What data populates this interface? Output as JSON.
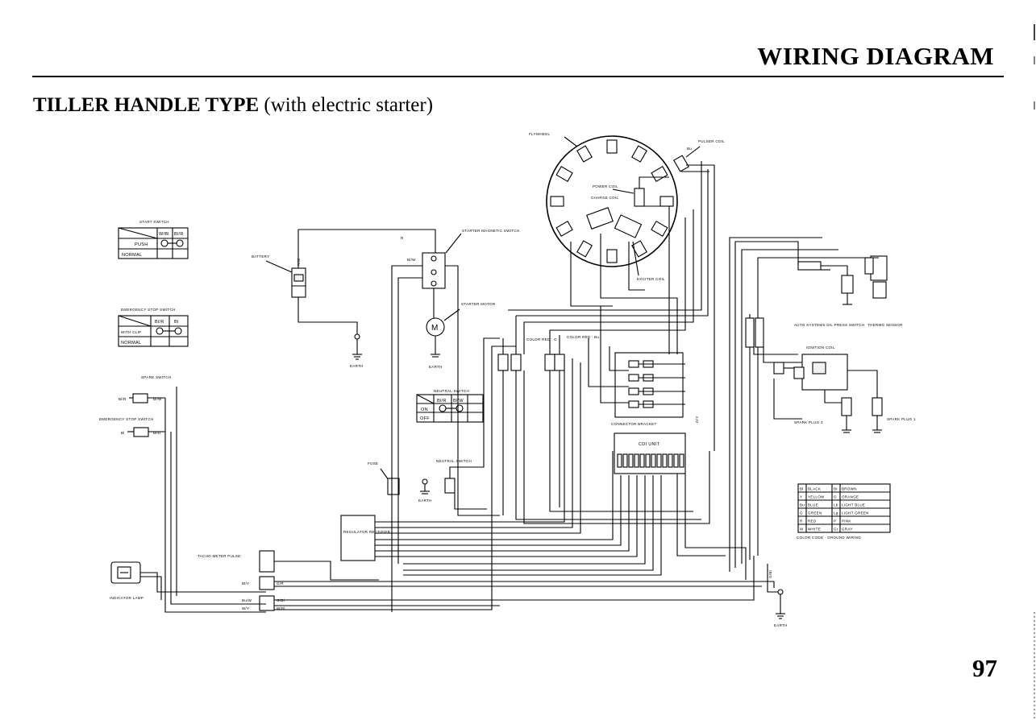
{
  "header": {
    "section_title": "WIRING DIAGRAM",
    "subtitle_main": "TILLER HANDLE TYPE",
    "subtitle_note": "(with electric starter)",
    "page_number": "97"
  },
  "labels": {
    "flywheel": "FLYWHEEL",
    "pulser_coil": "PULSER COIL",
    "power_coil": "POWER COIL",
    "charge_coil": "CHARGE COIL",
    "exciter_coil": "EXCITER COIL",
    "starter_magnetic_switch": "STARTER MAGNETIC SWITCH",
    "starter_motor": "STARTER MOTOR",
    "battery": "BATTERY",
    "earth": "EARTH",
    "start_switch": "START SWITCH",
    "emergency_stop_switch": "EMERGENCY STOP SWITCH",
    "emergency_stop_switch_2": "EMERGENCY STOP SWITCH",
    "spare_switch": "SPARE SWITCH",
    "neutral_switch": "NEUTRAL SWITCH",
    "neutral_switch_2": "NEUTRAL SWITCH",
    "fuse": "FUSE",
    "regulator_rectifier": "REGULATOR RECTIFIER",
    "tacho_meter_pulse": "TACHO METER PULSE",
    "indicator_lamp": "INDICATOR LAMP",
    "color_red_g": "COLOR RED : G",
    "color_red_bu": "COLOR RED : Bu",
    "connector_bracket": "CONNECTOR BRACKET",
    "cdi_unit": "CDI UNIT",
    "ignition_coil": "IGNITION COIL",
    "auto_systems": "AUTO SYSTEMS",
    "oil_press_switch": "OIL PRESS SWITCH",
    "thermo_sensor": "THERMO SENSOR",
    "spark_plug_2": "SPARK PLUG 2",
    "spark_plug_1": "SPARK PLUG 1",
    "earth_main": "EARTH"
  },
  "start_switch_table": {
    "headers": [
      "",
      "W/Bl",
      "Bl/R"
    ],
    "rows": [
      [
        "PUSH"
      ],
      [
        "NORMAL"
      ]
    ]
  },
  "emergency_switch_table": {
    "headers": [
      "",
      "Bl/R",
      "Bl"
    ],
    "rows": [
      [
        "WITH CLIP"
      ],
      [
        "NORMAL"
      ]
    ]
  },
  "neutral_switch_table": {
    "headers": [
      "",
      "Bl/R",
      "Bl/W"
    ],
    "rows": [
      [
        "ON"
      ],
      [
        "OFF"
      ]
    ]
  },
  "wire_labels": {
    "bl_w": "Bl/W",
    "r_bl": "R/Bl",
    "bl_r": "Bl/R",
    "bl": "Bl",
    "w_bl": "W/Bl",
    "bu": "Bu",
    "r": "R",
    "g_y": "G/Y",
    "bl_y": "Bl/Y",
    "g_r": "G/R",
    "g_bl": "G/Bl",
    "bu_w": "Bu/W",
    "g_bl2": "G/Bl",
    "w_y": "W/Y"
  },
  "color_legend": {
    "rows": [
      [
        "Bl",
        "BLACK",
        "Br",
        "BROWN"
      ],
      [
        "Y",
        "YELLOW",
        "O",
        "ORANGE"
      ],
      [
        "Bu",
        "BLUE",
        "Lb",
        "LIGHT BLUE"
      ],
      [
        "G",
        "GREEN",
        "Lg",
        "LIGHT GREEN"
      ],
      [
        "R",
        "RED",
        "P",
        "PINK"
      ],
      [
        "W",
        "WHITE",
        "Gr",
        "GRAY"
      ]
    ],
    "caption": "COLOR CODE · GROUND WIRING"
  }
}
